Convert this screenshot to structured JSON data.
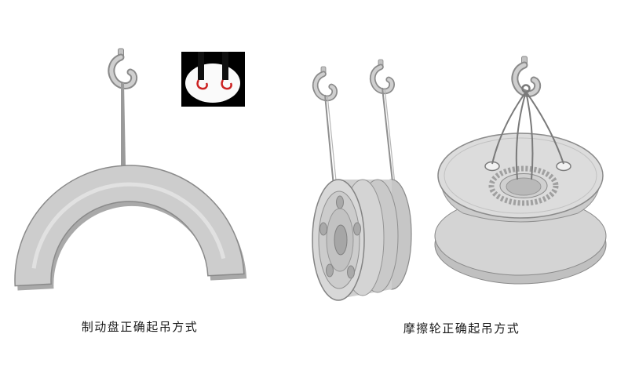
{
  "figures": {
    "brake_disc": {
      "caption": "制动盘正确起吊方式"
    },
    "friction_wheel": {
      "caption": "摩擦轮正确起吊方式"
    }
  },
  "icons": {
    "hook": "crane-hook-icon",
    "cable": "lifting-cable",
    "slings": "sling-ropes",
    "shackle": "shackle-ring",
    "inset": "clamp-detail-inset",
    "clamp": "red-clamp-icon"
  },
  "colors": {
    "background": "#ffffff",
    "metal_light": "#d8d8d8",
    "metal_mid": "#c9c9c9",
    "metal_shadow": "#a9a9a9",
    "outline": "#8a8a8a",
    "cable": "#8f8f8f",
    "clamp_red": "#cc2222",
    "inset_background": "#000000",
    "caption_text": "#1a1a1a"
  }
}
